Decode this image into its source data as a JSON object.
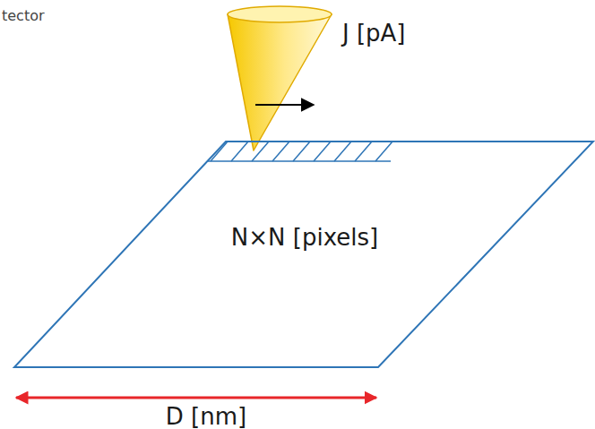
{
  "diagram": {
    "nodes": [
      {
        "text": [
          "N×N [pixels]"
        ]
      }
    ],
    "labels": [
      "tector",
      "J [pA]",
      "D [nm]"
    ]
  }
}
